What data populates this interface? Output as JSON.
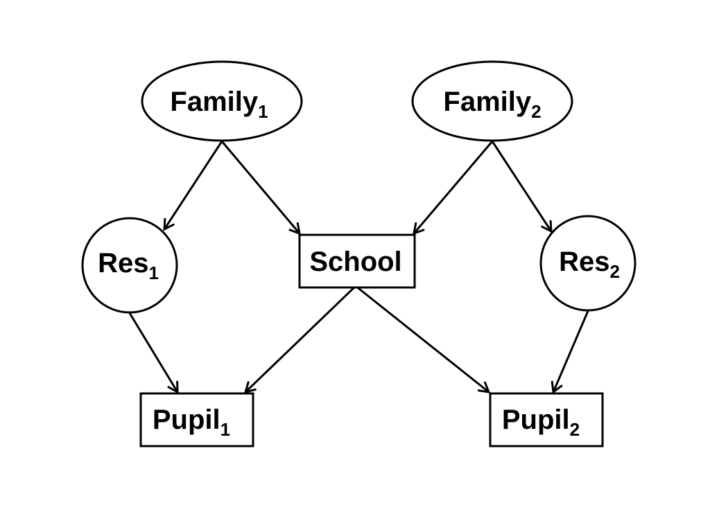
{
  "nodes": {
    "family1": {
      "label": "Family",
      "sub": "1",
      "shape": "ellipse"
    },
    "family2": {
      "label": "Family",
      "sub": "2",
      "shape": "ellipse"
    },
    "res1": {
      "label": "Res",
      "sub": "1",
      "shape": "circle"
    },
    "school": {
      "label": "School",
      "sub": "",
      "shape": "rectangle"
    },
    "res2": {
      "label": "Res",
      "sub": "2",
      "shape": "circle"
    },
    "pupil1": {
      "label": "Pupil",
      "sub": "1",
      "shape": "rectangle"
    },
    "pupil2": {
      "label": "Pupil",
      "sub": "2",
      "shape": "rectangle"
    }
  },
  "edges": [
    {
      "from": "family1",
      "to": "res1"
    },
    {
      "from": "family1",
      "to": "school"
    },
    {
      "from": "family2",
      "to": "school"
    },
    {
      "from": "family2",
      "to": "res2"
    },
    {
      "from": "res1",
      "to": "pupil1"
    },
    {
      "from": "school",
      "to": "pupil1"
    },
    {
      "from": "school",
      "to": "pupil2"
    },
    {
      "from": "res2",
      "to": "pupil2"
    }
  ],
  "colors": {
    "stroke": "#000000",
    "fill": "#ffffff",
    "text": "#000000"
  }
}
